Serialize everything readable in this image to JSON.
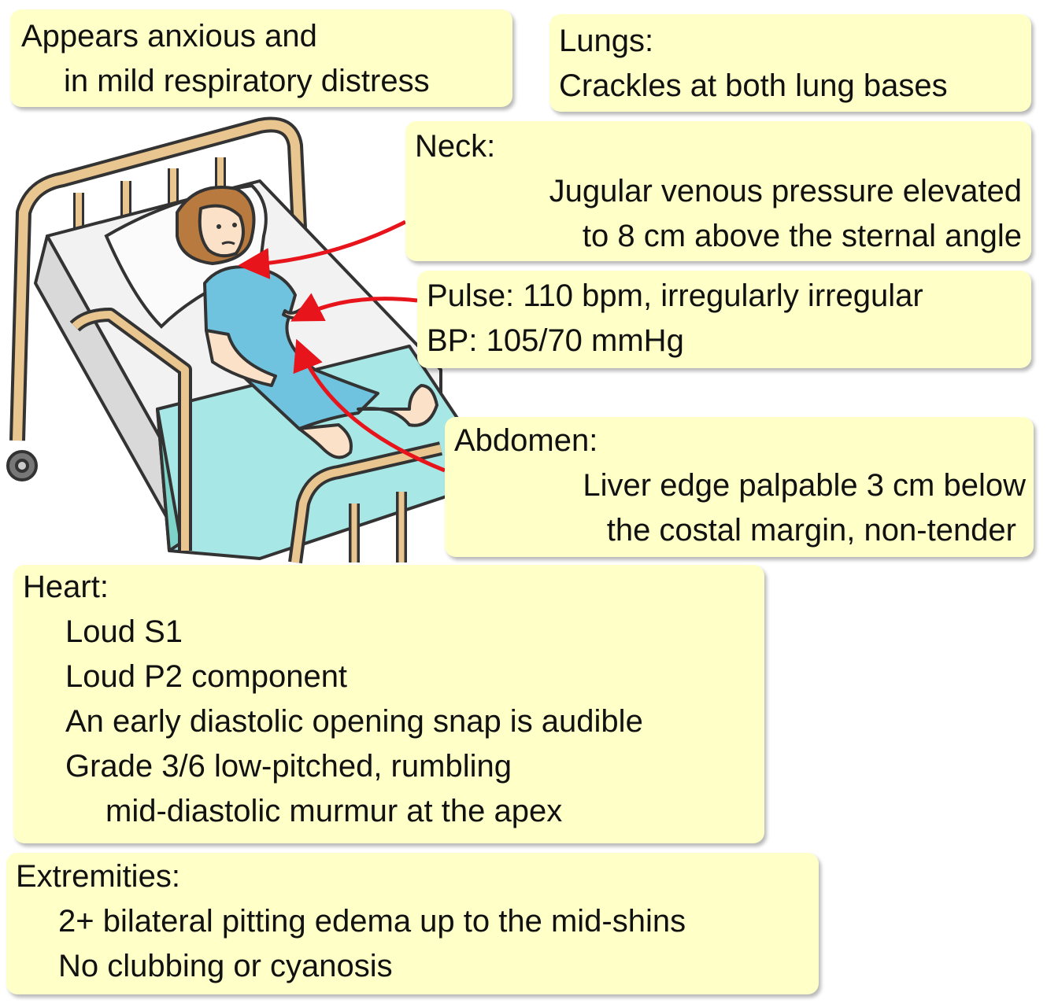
{
  "general": {
    "line1": "Appears anxious and",
    "line2": "in mild respiratory distress"
  },
  "lungs": {
    "title": "Lungs:",
    "finding": "Crackles at both lung bases"
  },
  "neck": {
    "title": "Neck:",
    "line1": "Jugular venous pressure elevated",
    "line2": "to 8 cm above the sternal angle"
  },
  "vitals": {
    "pulse": "Pulse: 110 bpm, irregularly irregular",
    "bp": "BP: 105/70 mmHg"
  },
  "abdomen": {
    "title": "Abdomen:",
    "line1": "Liver edge palpable 3 cm below",
    "line2": "the costal margin, non-tender"
  },
  "heart": {
    "title": "Heart:",
    "items": [
      "Loud S1",
      "Loud P2 component",
      "An early diastolic opening snap is audible",
      "Grade 3/6 low-pitched, rumbling",
      "mid-diastolic murmur at the apex"
    ]
  },
  "extremities": {
    "title": "Extremities:",
    "items": [
      "2+ bilateral pitting edema up to the mid-shins",
      "No clubbing or cyanosis"
    ]
  },
  "colors": {
    "callout_bg": "#ffffc8",
    "arrow": "#e8141c",
    "bed_frame": "#e9c58f",
    "gown": "#6fc3de",
    "sheet": "#a7e8e6",
    "hair": "#b87a3f"
  }
}
